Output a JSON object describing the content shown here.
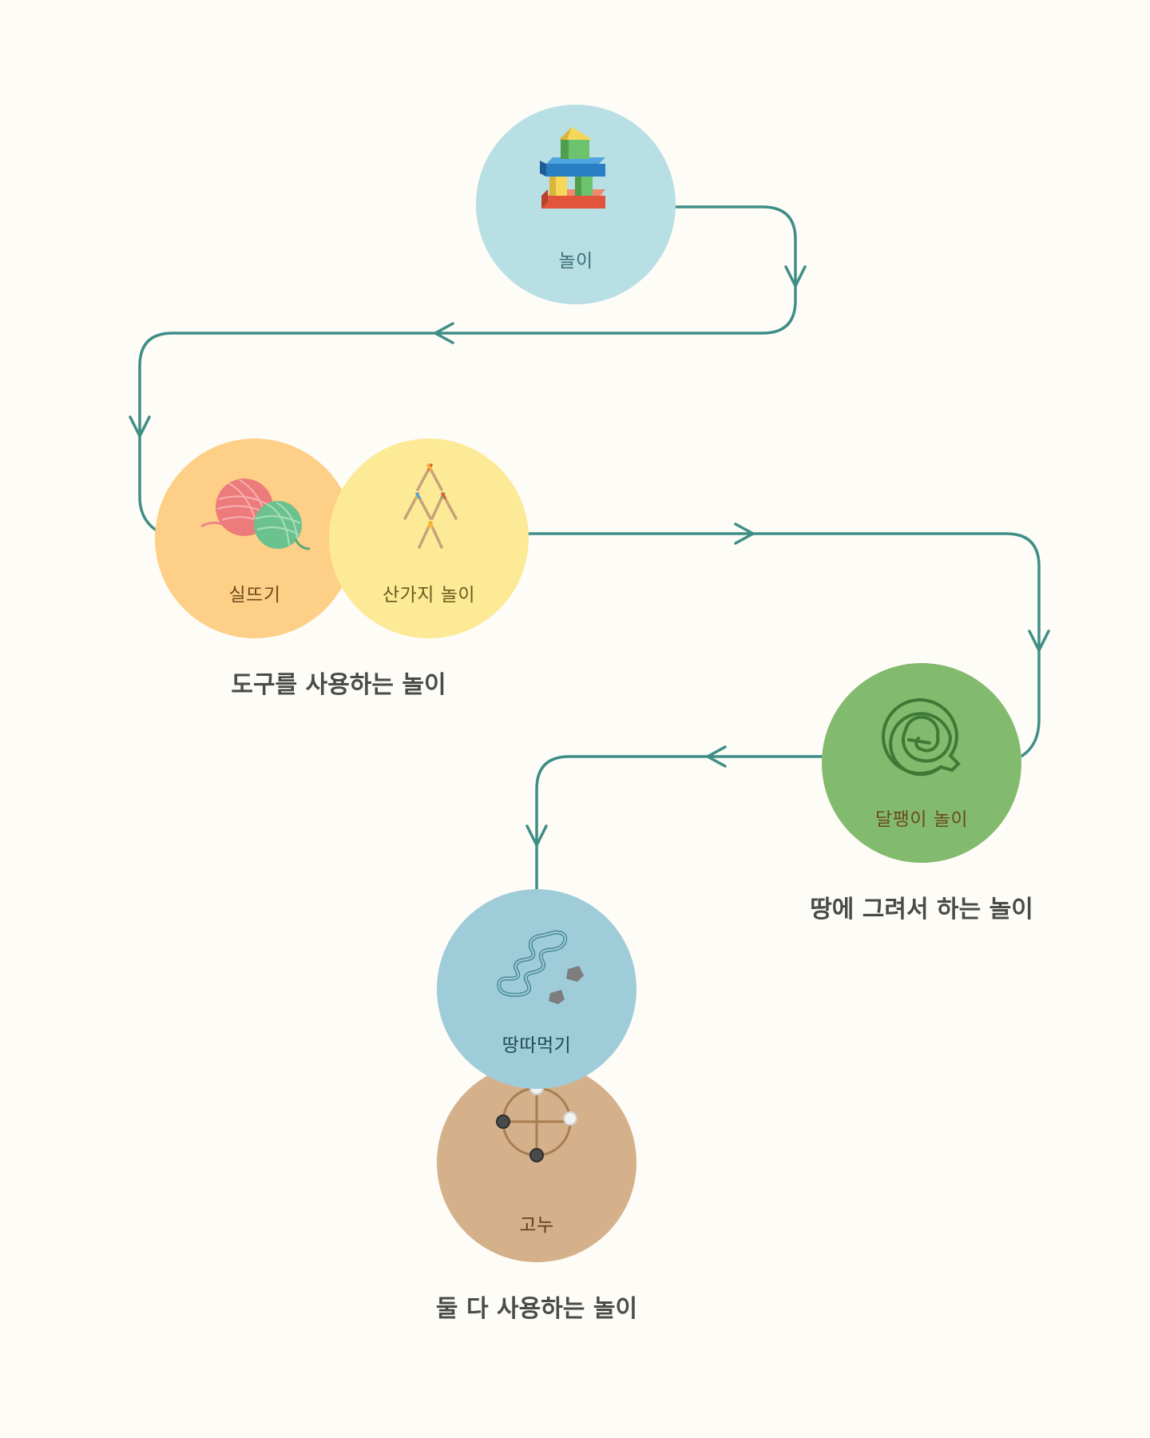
{
  "colors": {
    "background": "#FEFCF6",
    "connector": "#3E8E86",
    "play": "#B7DFE4",
    "string_figures": "#FECF86",
    "sticks": "#FDEA97",
    "snail": "#82BA6E",
    "land_grab": "#9FCCD9",
    "gonu": "#D5B18B"
  },
  "nodes": {
    "play": {
      "label": "놀이",
      "icon": "building-blocks-icon"
    },
    "string_figures": {
      "label": "실뜨기",
      "icon": "yarn-balls-icon"
    },
    "sticks": {
      "label": "산가지 놀이",
      "icon": "counting-sticks-icon"
    },
    "snail": {
      "label": "달팽이 놀이",
      "icon": "spiral-icon"
    },
    "land_grab": {
      "label": "땅따먹기",
      "icon": "land-map-stones-icon"
    },
    "gonu": {
      "label": "고누",
      "icon": "gonu-board-icon"
    }
  },
  "groups": {
    "tools": "도구를 사용하는 놀이",
    "ground": "땅에 그려서 하는 놀이",
    "both": "둘 다 사용하는 놀이"
  }
}
